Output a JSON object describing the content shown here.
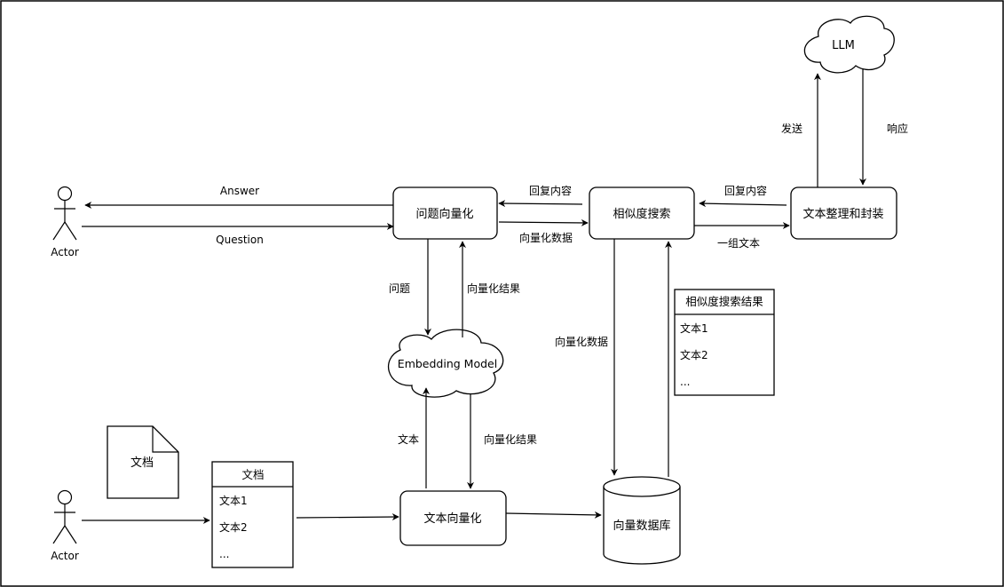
{
  "actors": {
    "top_label": "Actor",
    "bottom_label": "Actor"
  },
  "nodes": {
    "question_vectorize": "问题向量化",
    "similarity_search": "相似度搜索",
    "text_package": "文本整理和封装",
    "llm": "LLM",
    "embedding_model": "Embedding Model",
    "document_icon": "文档",
    "text_vectorize": "文本向量化",
    "vector_db": "向量数据库"
  },
  "document_list": {
    "title": "文档",
    "items": [
      "文本1",
      "文本2",
      "..."
    ]
  },
  "search_result_list": {
    "title": "相似度搜索结果",
    "items": [
      "文本1",
      "文本2",
      "..."
    ]
  },
  "edges": {
    "answer": "Answer",
    "question": "Question",
    "reply_content_1": "回复内容",
    "vector_data_1": "向量化数据",
    "reply_content_2": "回复内容",
    "group_text": "一组文本",
    "send": "发送",
    "respond": "响应",
    "question_short": "问题",
    "vector_result_1": "向量化结果",
    "vector_data_2": "向量化数据",
    "text": "文本",
    "vector_result_2": "向量化结果"
  }
}
